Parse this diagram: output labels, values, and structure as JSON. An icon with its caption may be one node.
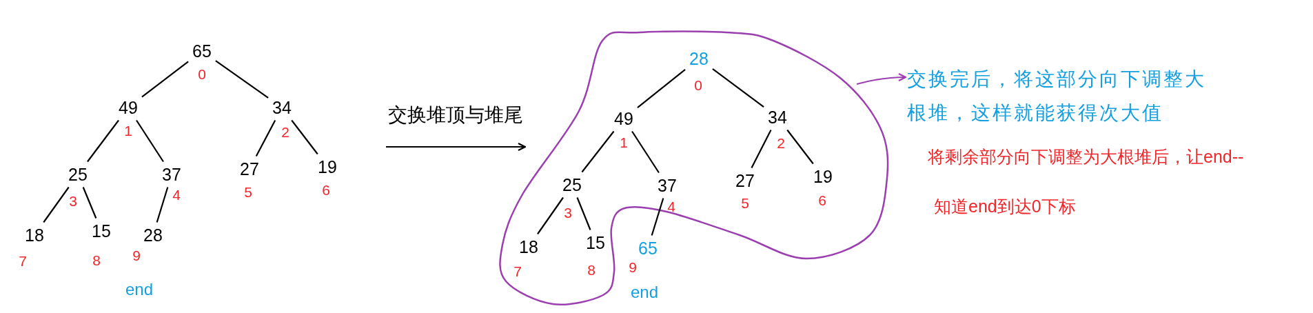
{
  "diagram": {
    "nodes": [
      {
        "text": [
          "65"
        ],
        "beside": [
          "0"
        ]
      },
      {
        "text": [
          "49"
        ],
        "beside": [
          "1"
        ]
      },
      {
        "text": [
          "34"
        ],
        "beside": [
          "2"
        ]
      },
      {
        "text": [
          "25"
        ],
        "beside": [
          "3"
        ]
      },
      {
        "text": [
          "37"
        ],
        "beside": [
          "4"
        ]
      },
      {
        "text": [
          "27"
        ],
        "beside": [
          "5"
        ]
      },
      {
        "text": [
          "19"
        ],
        "beside": [
          "6"
        ]
      },
      {
        "text": [
          "18"
        ],
        "beside": [
          "7"
        ]
      },
      {
        "text": [
          "15"
        ],
        "beside": [
          "8"
        ]
      },
      {
        "text": [
          "28"
        ],
        "beside": [
          "9"
        ]
      },
      {
        "text": [],
        "shape": "cloud"
      },
      {
        "text": [
          "28"
        ],
        "beside": [
          "0"
        ],
        "in": 10
      },
      {
        "text": [
          "49"
        ],
        "beside": [
          "1"
        ],
        "in": 10
      },
      {
        "text": [
          "34"
        ],
        "beside": [
          "2"
        ],
        "in": 10
      },
      {
        "text": [
          "25"
        ],
        "beside": [
          "3"
        ],
        "in": 10
      },
      {
        "text": [
          "37"
        ],
        "beside": [
          "4"
        ],
        "in": 10
      },
      {
        "text": [
          "27"
        ],
        "beside": [
          "5"
        ],
        "in": 10
      },
      {
        "text": [
          "19"
        ],
        "beside": [
          "6"
        ],
        "in": 10
      },
      {
        "text": [
          "18"
        ],
        "beside": [
          "7"
        ],
        "in": 10
      },
      {
        "text": [
          "15"
        ],
        "beside": [
          "8"
        ],
        "in": 10
      },
      {
        "text": [
          "65"
        ],
        "beside": [
          "9"
        ]
      },
      {
        "text": [
          "交换完后，将这部分向下调整大根堆，这样就能获得次大值"
        ]
      }
    ],
    "edges": [
      {
        "from": 0,
        "to": 1,
        "arrow": "none"
      },
      {
        "from": 0,
        "to": 2,
        "arrow": "none"
      },
      {
        "from": 1,
        "to": 3,
        "arrow": "none"
      },
      {
        "from": 1,
        "to": 4,
        "arrow": "none"
      },
      {
        "from": 2,
        "to": 5,
        "arrow": "none"
      },
      {
        "from": 2,
        "to": 6,
        "arrow": "none"
      },
      {
        "from": 3,
        "to": 7,
        "arrow": "none"
      },
      {
        "from": 3,
        "to": 8,
        "arrow": "none"
      },
      {
        "from": 4,
        "to": 9,
        "arrow": "none"
      },
      {
        "from": 11,
        "to": 12,
        "arrow": "none"
      },
      {
        "from": 11,
        "to": 13,
        "arrow": "none"
      },
      {
        "from": 12,
        "to": 14,
        "arrow": "none"
      },
      {
        "from": 12,
        "to": 15,
        "arrow": "none"
      },
      {
        "from": 13,
        "to": 16,
        "arrow": "none"
      },
      {
        "from": 13,
        "to": 17,
        "arrow": "none"
      },
      {
        "from": 14,
        "to": 18,
        "arrow": "none"
      },
      {
        "from": 14,
        "to": 19,
        "arrow": "none"
      },
      {
        "from": 15,
        "to": 20,
        "arrow": "none"
      },
      {
        "from": null,
        "to": 10,
        "arrow": "to",
        "label": "交换堆顶与堆尾"
      },
      {
        "from": 10,
        "to": 21,
        "arrow": "to",
        "color": "#9b3fb0"
      }
    ],
    "labels": [
      "end",
      "end",
      "将剩余部分向下调整为大根堆后，让end--",
      "知道end到达0下标"
    ]
  }
}
